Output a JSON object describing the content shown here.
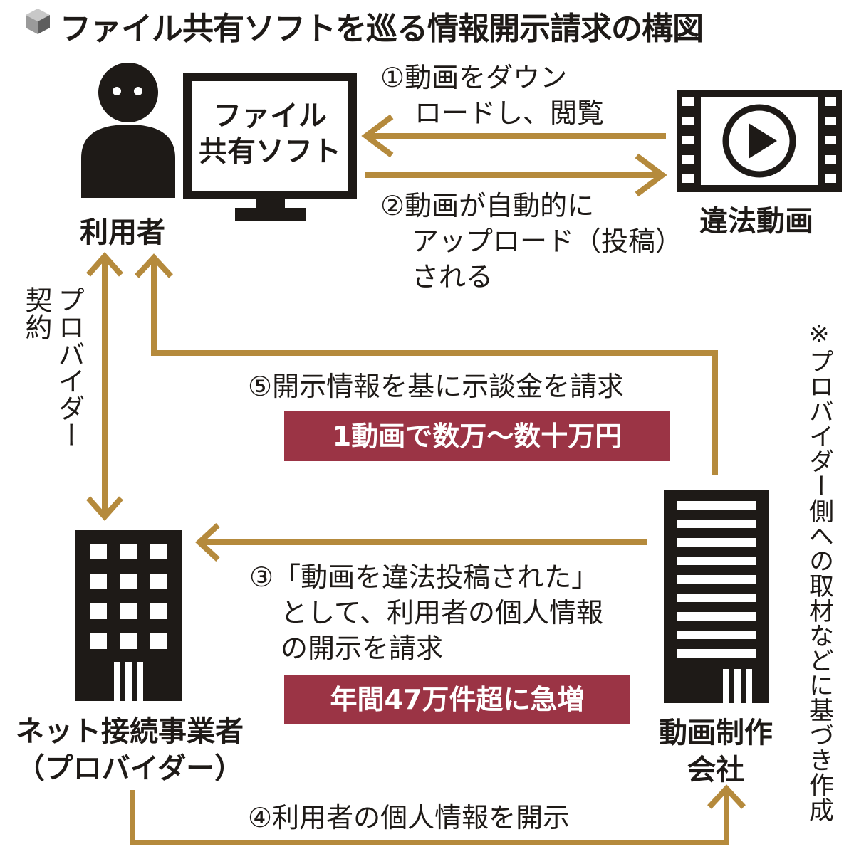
{
  "title": "ファイル共有ソフトを巡る情報開示請求の構図",
  "nodes": {
    "user": "利用者",
    "software": [
      "ファイル",
      "共有ソフト"
    ],
    "illegal_video": "違法動画",
    "provider": [
      "ネット接続事業者",
      "（プロバイダー）"
    ],
    "studio": [
      "動画制作",
      "会社"
    ]
  },
  "edges": {
    "step1": [
      "①動画をダウン",
      "ロードし、閲覧"
    ],
    "step2": [
      "②動画が自動的に",
      "アップロード（投稿）",
      "される"
    ],
    "step3": [
      "③「動画を違法投稿された」",
      "として、利用者の個人情報",
      "の開示を請求"
    ],
    "step4": "④利用者の個人情報を開示",
    "step5": "⑤開示情報を基に示談金を請求",
    "contract_col1": "プロバイダー",
    "contract_col2": "契約"
  },
  "badges": {
    "settlement": "1動画で数万〜数十万円",
    "requests": "年間47万件超に急増"
  },
  "note": "※プロバイダー側への取材などに基づき作成",
  "colors": {
    "arrow": "#b58a3c",
    "badge": "#9b3445",
    "ink": "#1e1a17"
  }
}
